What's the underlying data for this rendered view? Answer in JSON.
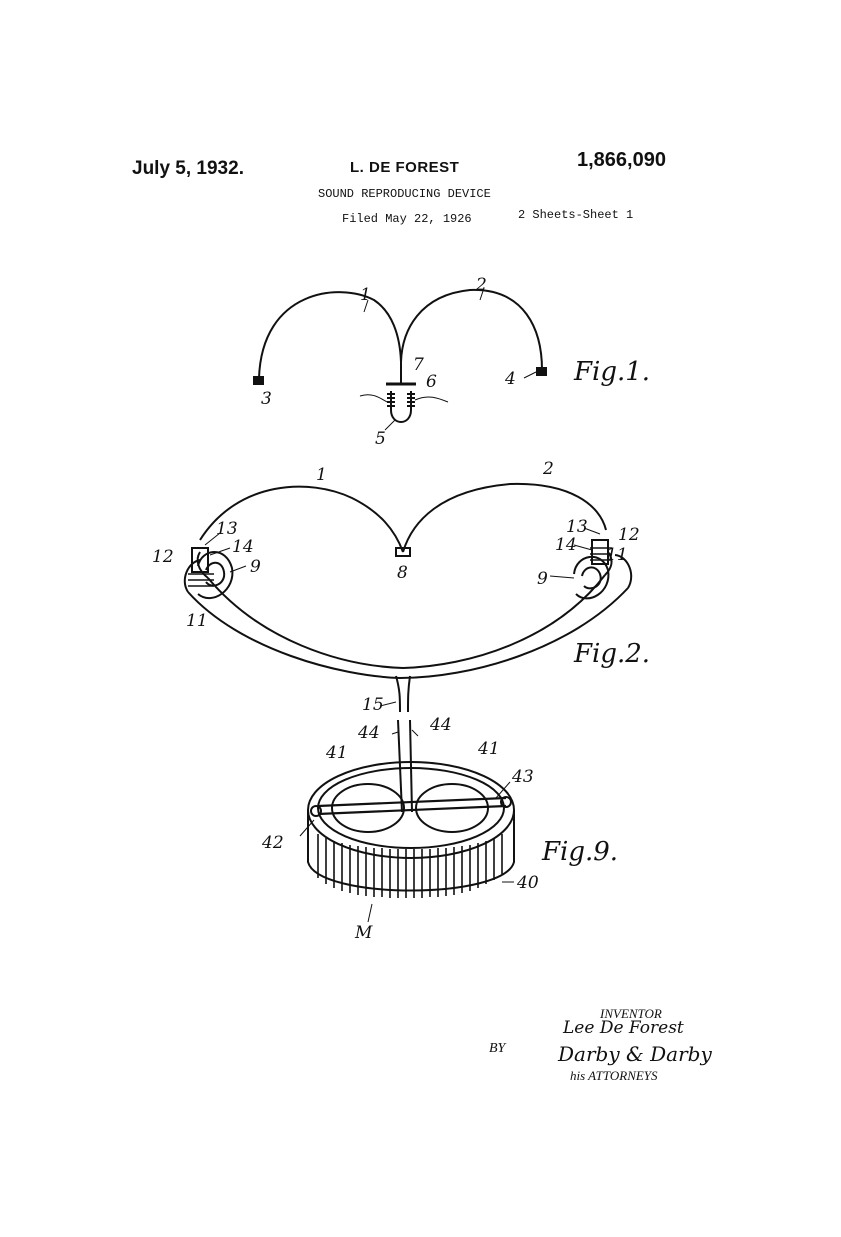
{
  "header": {
    "date": "July 5, 1932.",
    "inventor_name": "L. DE FOREST",
    "patent_number": "1,866,090",
    "title": "SOUND REPRODUCING DEVICE",
    "filed": "Filed May 22, 1926",
    "sheets": "2 Sheets-Sheet 1"
  },
  "figures": {
    "fig1": {
      "label": "Fig.1.",
      "refs": [
        "1",
        "2",
        "3",
        "4",
        "5",
        "6",
        "7"
      ]
    },
    "fig2": {
      "label": "Fig.2.",
      "refs": [
        "1",
        "2",
        "8",
        "9",
        "9",
        "11",
        "11",
        "12",
        "12",
        "13",
        "13",
        "14",
        "14",
        "15"
      ]
    },
    "fig9": {
      "label": "Fig.9.",
      "refs": [
        "40",
        "41",
        "41",
        "42",
        "43",
        "44",
        "44",
        "M"
      ]
    }
  },
  "signature": {
    "inventor_label": "INVENTOR",
    "inventor_signature": "Lee De Forest",
    "by_label": "BY",
    "attorneys_signature": "Darby & Darby",
    "attorneys_label": "his ATTORNEYS"
  }
}
